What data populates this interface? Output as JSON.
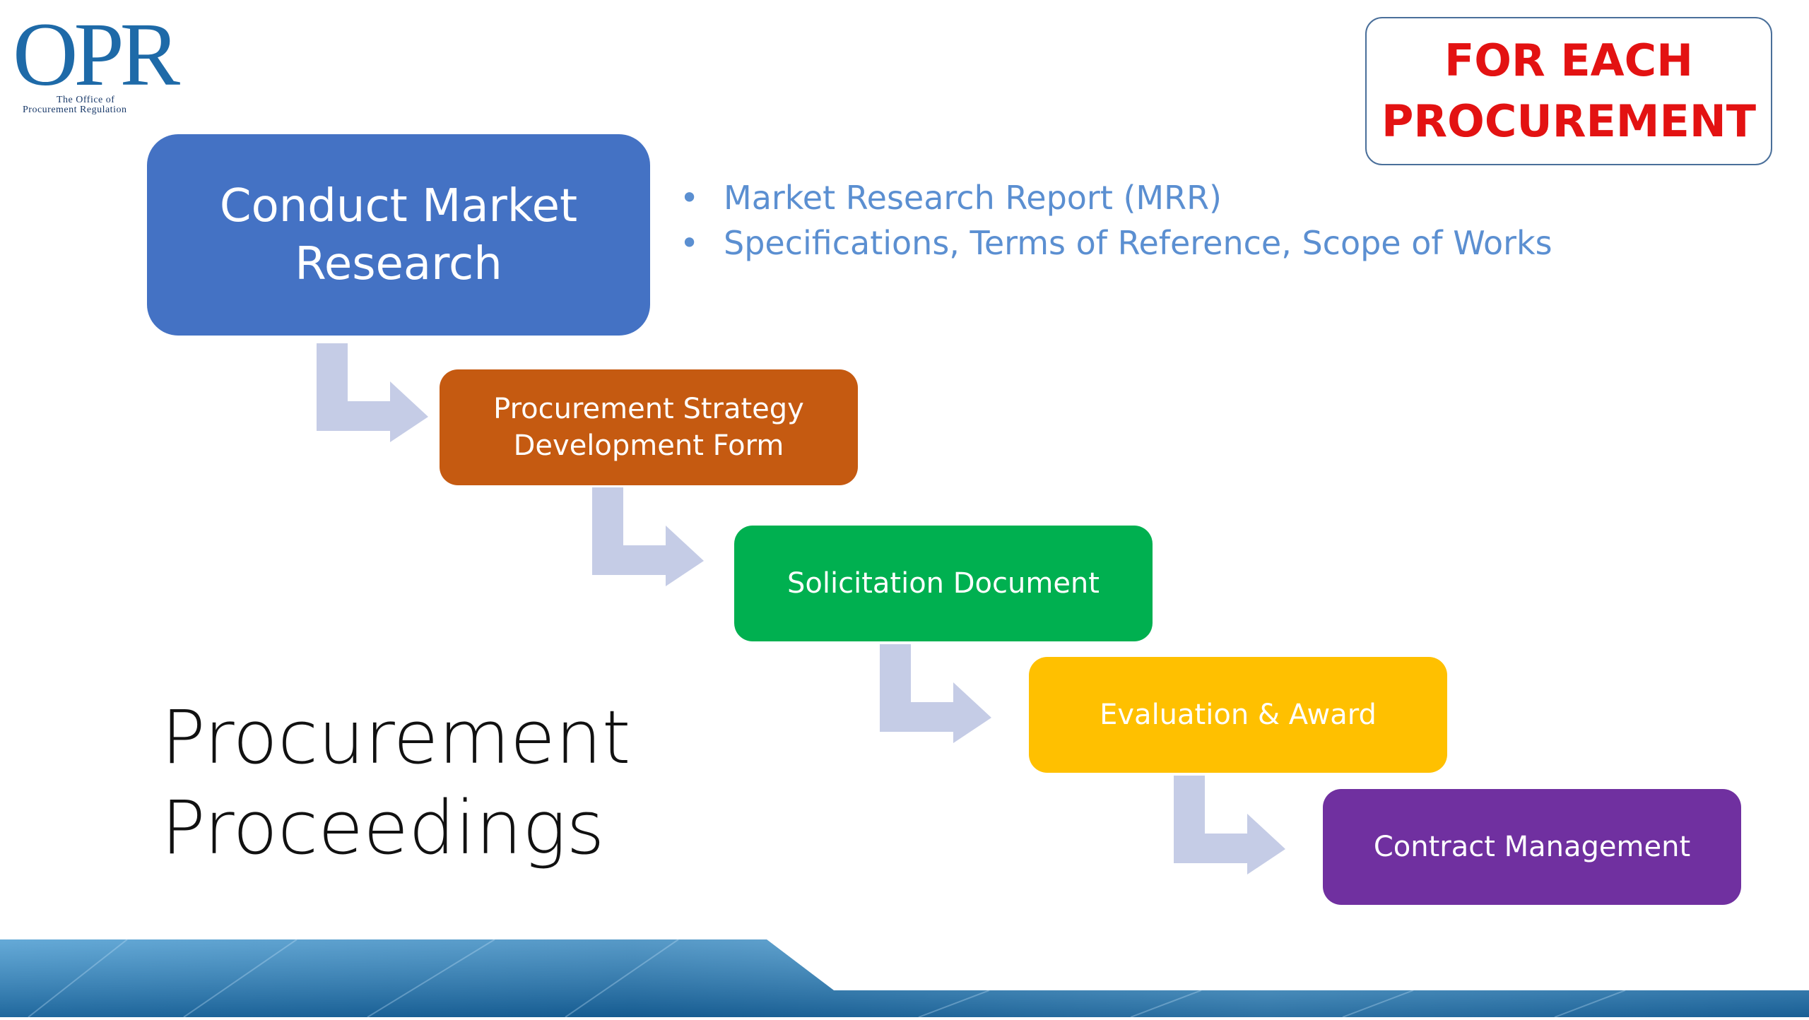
{
  "logo": {
    "name": "OPR",
    "sub_line1": "The Office of",
    "sub_line2": "Procurement Regulation"
  },
  "notice": {
    "line1": "FOR EACH",
    "line2": "PROCUREMENT"
  },
  "steps": [
    {
      "line1": "Conduct Market",
      "line2": "Research",
      "color": "#4472c4"
    },
    {
      "line1": "Procurement Strategy",
      "line2": "Development Form",
      "color": "#c55a11"
    },
    {
      "line1": "Solicitation Document",
      "color": "#00b050"
    },
    {
      "line1": "Evaluation & Award",
      "color": "#ffc000"
    },
    {
      "line1": "Contract Management",
      "color": "#7030a0"
    }
  ],
  "bullets": [
    "Market Research Report (MRR)",
    "Specifications, Terms of Reference, Scope of Works"
  ],
  "bullet_glyph": "•",
  "title": {
    "line1": "Procurement",
    "line2": "Proceedings"
  },
  "colors": {
    "arrow": "#c5cce6",
    "bullet_text": "#5b8fd1",
    "notice_text": "#e31212",
    "footer": "#1f6fa8"
  },
  "icons": [
    "opr-logo",
    "bent-arrow-icon",
    "bullet-dot-icon"
  ]
}
